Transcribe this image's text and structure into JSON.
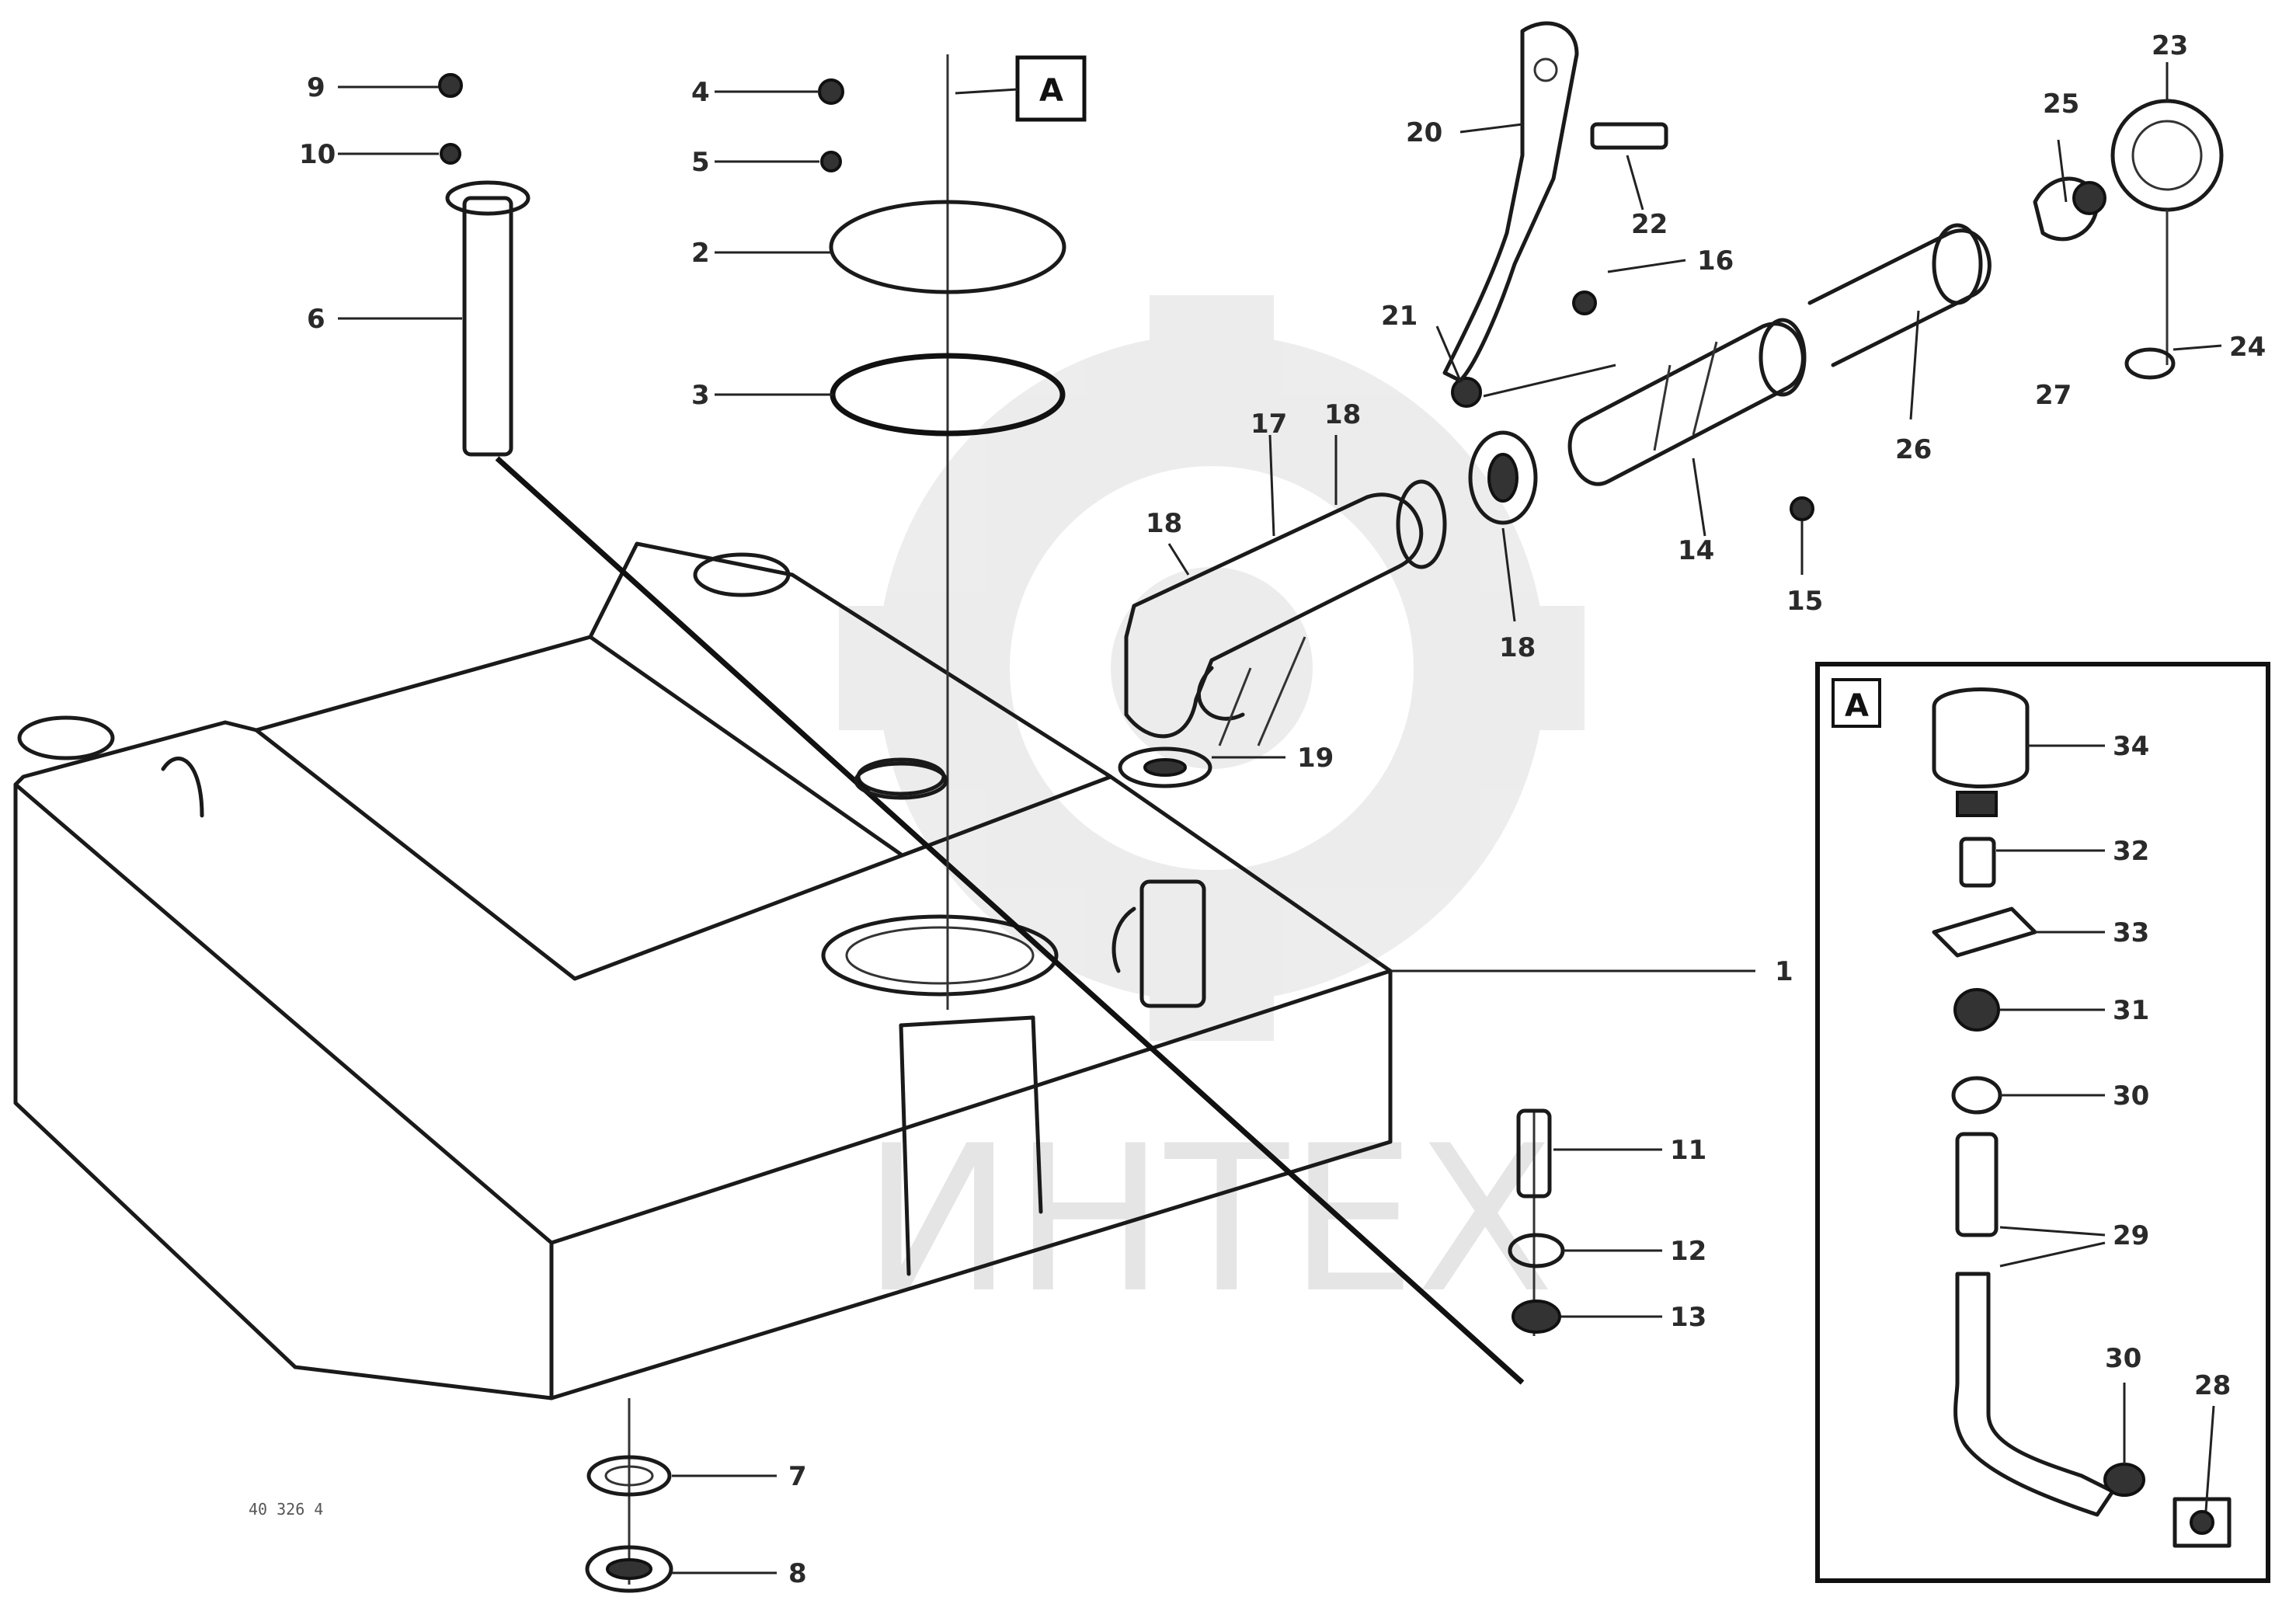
{
  "diagram": {
    "part_numbers": {
      "p1": "1",
      "p2": "2",
      "p3": "3",
      "p4": "4",
      "p5": "5",
      "p6": "6",
      "p7": "7",
      "p8": "8",
      "p9": "9",
      "p10": "10",
      "p11": "11",
      "p12": "12",
      "p13": "13",
      "p14": "14",
      "p15": "15",
      "p16": "16",
      "p17": "17",
      "p18": "18",
      "p19": "19",
      "p20": "20",
      "p21": "21",
      "p22": "22",
      "p23": "23",
      "p24": "24",
      "p25": "25",
      "p26": "26",
      "p27": "27"
    },
    "detail_numbers": {
      "d34": "34",
      "d32": "32",
      "d33": "33",
      "d31": "31",
      "d30": "30",
      "d29": "29",
      "d30b": "30",
      "d28": "28"
    },
    "detail_marker": "A",
    "detail_box_title": "A",
    "watermark": "ИНТЕХ",
    "drawing_ref": "40 326 4"
  }
}
